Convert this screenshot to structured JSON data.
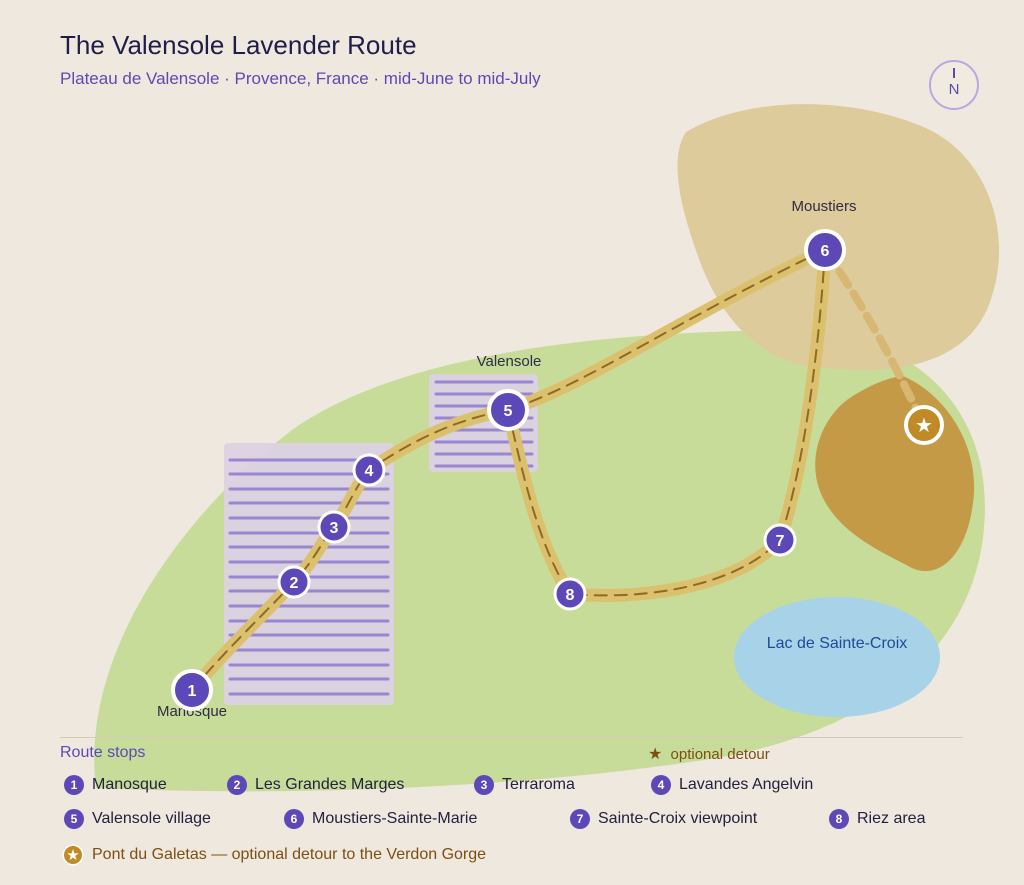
{
  "header": {
    "title": "The Valensole Lavender Route",
    "subtitle": "Plateau de Valensole · Provence, France · mid-June to mid-July"
  },
  "compass": {
    "label": "N"
  },
  "map": {
    "place_labels": {
      "moustiers": "Moustiers",
      "valensole": "Valensole",
      "manosque": "Manosque"
    },
    "lake_label": "Lac de Sainte-Croix",
    "stops": [
      {
        "number": "1"
      },
      {
        "number": "2"
      },
      {
        "number": "3"
      },
      {
        "number": "4"
      },
      {
        "number": "5"
      },
      {
        "number": "6"
      },
      {
        "number": "7"
      },
      {
        "number": "8"
      }
    ],
    "detour_icon": "star-icon"
  },
  "legend": {
    "title": "Route stops",
    "note": "optional detour",
    "items": [
      {
        "number": "1",
        "label": "Manosque"
      },
      {
        "number": "2",
        "label": "Les Grandes Marges"
      },
      {
        "number": "3",
        "label": "Terraroma"
      },
      {
        "number": "4",
        "label": "Lavandes Angelvin"
      },
      {
        "number": "5",
        "label": "Valensole village"
      },
      {
        "number": "6",
        "label": "Moustiers-Sainte-Marie"
      },
      {
        "number": "7",
        "label": "Sainte-Croix viewpoint"
      },
      {
        "number": "8",
        "label": "Riez area"
      }
    ],
    "detour_label": "Pont du Galetas — optional detour to the Verdon Gorge"
  },
  "colors": {
    "background": "#efe8de",
    "plateau": "#c8dc9a",
    "moustiers_area": "#ddcb9b",
    "gorge_area": "#c59a47",
    "lake": "#a7d2e8",
    "lavender_field": "#9a86d0",
    "route": "#dbc06e",
    "stop_badge": "#5c49b7",
    "detour_badge": "#c08b26"
  }
}
